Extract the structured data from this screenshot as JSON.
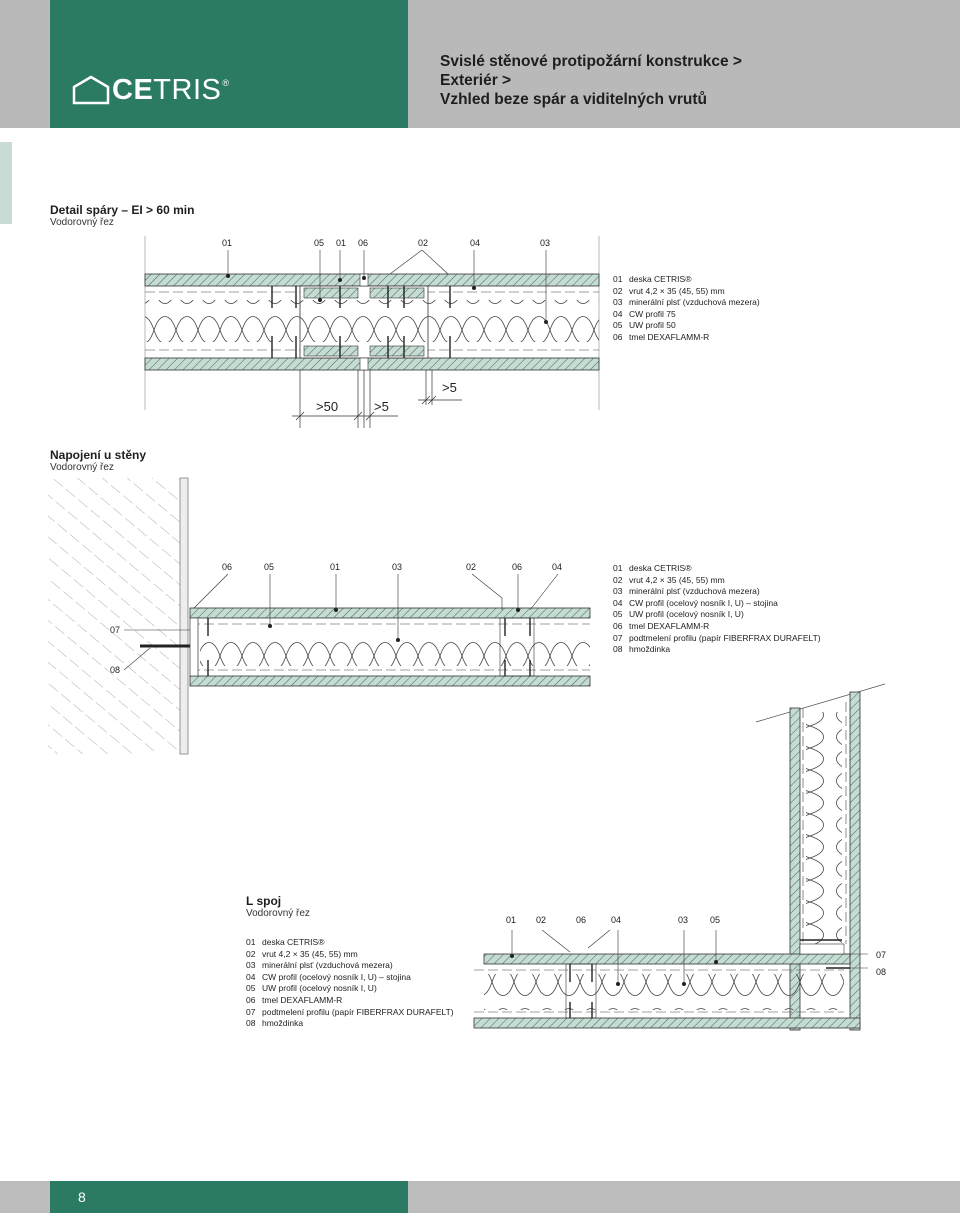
{
  "header": {
    "logo_text_bold": "CE",
    "logo_text_light": "TRIS",
    "logo_reg": "®",
    "title_lines": [
      "Svislé stěnové protipožární konstrukce >",
      "Exteriér >",
      "Vzhled beze spár a viditelných vrutů"
    ]
  },
  "section1": {
    "title": "Detail spáry – EI > 60 min",
    "subtitle": "Vodorovný řez",
    "top_labels": [
      "01",
      "05",
      "01",
      "06",
      "02",
      "04",
      "03"
    ],
    "dims": [
      ">50",
      ">5",
      ">5"
    ],
    "legend": [
      {
        "num": "01",
        "text": "deska CETRIS®"
      },
      {
        "num": "02",
        "text": "vrut 4,2 × 35 (45, 55) mm"
      },
      {
        "num": "03",
        "text": "minerální plsť (vzduchová mezera)"
      },
      {
        "num": "04",
        "text": "CW profil 75"
      },
      {
        "num": "05",
        "text": "UW profil 50"
      },
      {
        "num": "06",
        "text": "tmel DEXAFLAMM-R"
      }
    ]
  },
  "section2": {
    "title": "Napojení u stěny",
    "subtitle": "Vodorovný řez",
    "top_labels": [
      "06",
      "05",
      "01",
      "03",
      "02",
      "06",
      "04"
    ],
    "side_labels": [
      "07",
      "08"
    ],
    "legend": [
      {
        "num": "01",
        "text": "deska CETRIS®"
      },
      {
        "num": "02",
        "text": "vrut 4,2 × 35 (45, 55) mm"
      },
      {
        "num": "03",
        "text": "minerální plsť (vzduchová mezera)"
      },
      {
        "num": "04",
        "text": "CW profil (ocelový nosník I, U) – stojina"
      },
      {
        "num": "05",
        "text": "UW profil (ocelový nosník I, U)"
      },
      {
        "num": "06",
        "text": "tmel DEXAFLAMM-R"
      },
      {
        "num": "07",
        "text": "podtmelení profilu (papír FIBERFRAX DURAFELT)"
      },
      {
        "num": "08",
        "text": "hmoždinka"
      }
    ]
  },
  "section3": {
    "title": "L spoj",
    "subtitle": "Vodorovný řez",
    "top_labels": [
      "01",
      "02",
      "06",
      "04",
      "03",
      "05"
    ],
    "side_labels": [
      "07",
      "08"
    ],
    "legend": [
      {
        "num": "01",
        "text": "deska CETRIS®"
      },
      {
        "num": "02",
        "text": "vrut 4,2 × 35 (45, 55) mm"
      },
      {
        "num": "03",
        "text": "minerální plsť (vzduchová mezera)"
      },
      {
        "num": "04",
        "text": "CW profil (ocelový nosník I, U) – stojina"
      },
      {
        "num": "05",
        "text": "UW profil (ocelový nosník I, U)"
      },
      {
        "num": "06",
        "text": "tmel DEXAFLAMM-R"
      },
      {
        "num": "07",
        "text": "podtmelení profilu (papír FIBERFRAX DURAFELT)"
      },
      {
        "num": "08",
        "text": "hmoždinka"
      }
    ]
  },
  "footer": {
    "page_number": "8"
  },
  "colors": {
    "brand_green": "#2b7a63",
    "board_fill": "#b9d9cc",
    "header_grey": "#b9b9b9"
  }
}
